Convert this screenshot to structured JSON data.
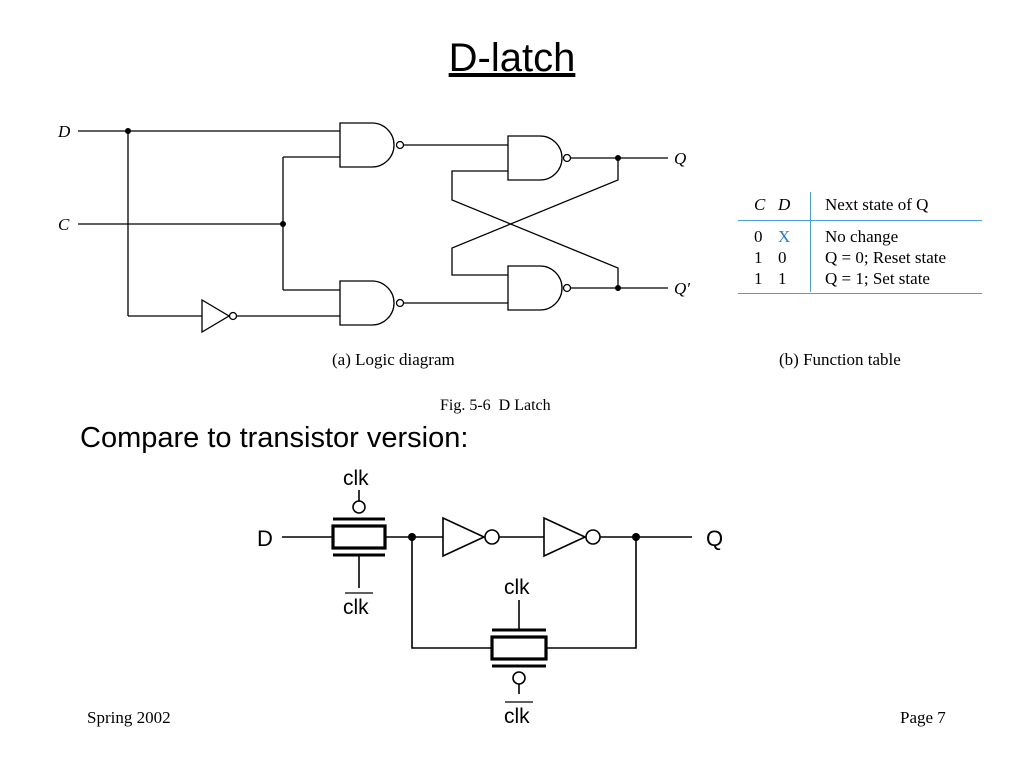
{
  "slide": {
    "title": "D-latch",
    "compare_text": "Compare to transistor version:",
    "footer_left": "Spring 2002",
    "footer_right": "Page 7"
  },
  "figure": {
    "logic_inputs": {
      "d": "D",
      "c": "C"
    },
    "logic_outputs": {
      "q": "Q",
      "q_bar": "Q′"
    },
    "caption_a": "(a) Logic diagram",
    "caption_b": "(b) Function table",
    "fig_caption": "Fig. 5-6  D Latch"
  },
  "function_table": {
    "headers": {
      "c": "C",
      "d": "D",
      "next": "Next state of Q"
    },
    "rows": [
      {
        "c": "0",
        "d": "X",
        "next": "No change"
      },
      {
        "c": "1",
        "d": "0",
        "next": "Q = 0; Reset state"
      },
      {
        "c": "1",
        "d": "1",
        "next": "Q = 1; Set state"
      }
    ]
  },
  "transistor": {
    "input": "D",
    "output": "Q",
    "clk_label": "clk",
    "clk_bar_label": "clk"
  },
  "colors": {
    "table_rule": "#4a9fd8",
    "x_mark": "#1e7fd0"
  }
}
